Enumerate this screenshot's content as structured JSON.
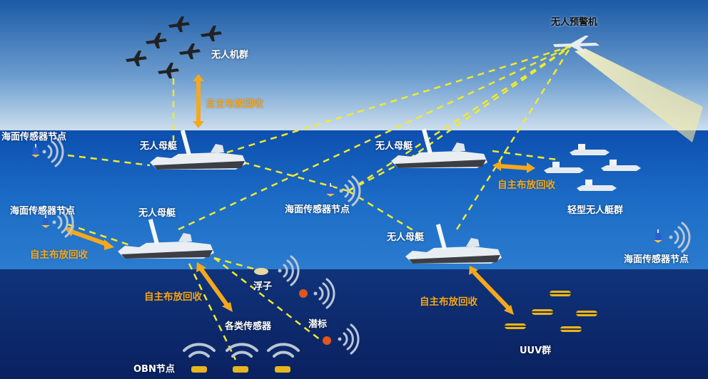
{
  "labels": {
    "early_warning_aircraft": "无人预警机",
    "drone_swarm": "无人机群",
    "mother_boat": "无人母艇",
    "surface_sensor_node": "海面传感器节点",
    "deploy_recover": "自主布放回收",
    "light_boat_swarm": "轻型无人艇群",
    "float": "浮子",
    "subsurface_buoy": "潜标",
    "various_sensors": "各类传感器",
    "obn_node": "OBN节点",
    "uuv_swarm": "UUV群"
  },
  "colors": {
    "link_line": "#f2ea2a",
    "deploy_arrow": "#f5a81c",
    "sky_top": "#1f5ea8",
    "sea": "#1a5fb8",
    "underwater": "#0c2a6a"
  }
}
